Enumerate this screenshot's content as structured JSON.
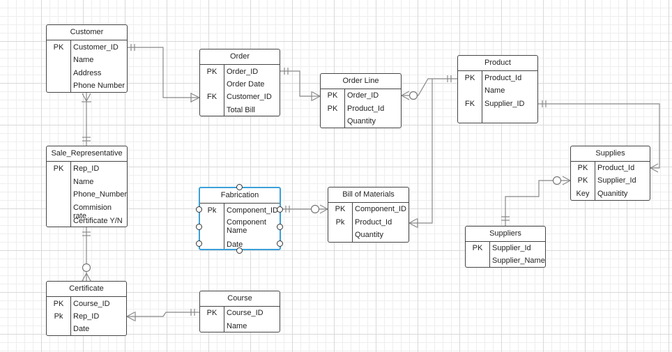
{
  "entities": {
    "customer": {
      "title": "Customer",
      "rows": [
        {
          "key": "PK",
          "field": "Customer_ID"
        },
        {
          "key": "",
          "field": "Name"
        },
        {
          "key": "",
          "field": "Address"
        },
        {
          "key": "",
          "field": "Phone Number"
        }
      ]
    },
    "order": {
      "title": "Order",
      "rows": [
        {
          "key": "PK",
          "field": "Order_ID"
        },
        {
          "key": "",
          "field": "Order Date"
        },
        {
          "key": "FK",
          "field": "Customer_ID"
        },
        {
          "key": "",
          "field": "Total Bill"
        }
      ]
    },
    "order_line": {
      "title": "Order Line",
      "rows": [
        {
          "key": "PK",
          "field": "Order_ID"
        },
        {
          "key": "PK",
          "field": "Product_Id"
        },
        {
          "key": "",
          "field": "Quantity"
        }
      ]
    },
    "product": {
      "title": "Product",
      "rows": [
        {
          "key": "PK",
          "field": "Product_Id"
        },
        {
          "key": "",
          "field": "Name"
        },
        {
          "key": "FK",
          "field": "Supplier_ID"
        }
      ]
    },
    "supplies": {
      "title": "Supplies",
      "rows": [
        {
          "key": "PK",
          "field": "Product_Id"
        },
        {
          "key": "PK",
          "field": "Supplier_Id"
        },
        {
          "key": "Key",
          "field": "Quanitity"
        }
      ]
    },
    "suppliers": {
      "title": "Suppliers",
      "rows": [
        {
          "key": "PK",
          "field": "Supplier_Id"
        },
        {
          "key": "",
          "field": "Supplier_Name"
        }
      ]
    },
    "sale_rep": {
      "title": "Sale_Representative",
      "rows": [
        {
          "key": "PK",
          "field": "Rep_ID"
        },
        {
          "key": "",
          "field": "Name"
        },
        {
          "key": "",
          "field": "Phone_Number"
        },
        {
          "key": "",
          "field": "Commision rate"
        },
        {
          "key": "",
          "field": "Certificate Y/N"
        }
      ]
    },
    "fabrication": {
      "title": "Fabrication",
      "rows": [
        {
          "key": "Pk",
          "field": "Component_ID"
        },
        {
          "key": "",
          "field": "Component Name"
        },
        {
          "key": "",
          "field": "Date"
        }
      ]
    },
    "bill_of_materials": {
      "title": "Bill of Materials",
      "rows": [
        {
          "key": "PK",
          "field": "Component_ID"
        },
        {
          "key": "Pk",
          "field": "Product_Id"
        },
        {
          "key": "",
          "field": "Quantity"
        }
      ]
    },
    "certificate": {
      "title": "Certificate",
      "rows": [
        {
          "key": "PK",
          "field": "Course_ID"
        },
        {
          "key": "Pk",
          "field": "Rep_ID"
        },
        {
          "key": "",
          "field": "Date"
        }
      ]
    },
    "course": {
      "title": "Course",
      "rows": [
        {
          "key": "PK",
          "field": "Course_ID"
        },
        {
          "key": "",
          "field": "Name"
        }
      ]
    }
  }
}
